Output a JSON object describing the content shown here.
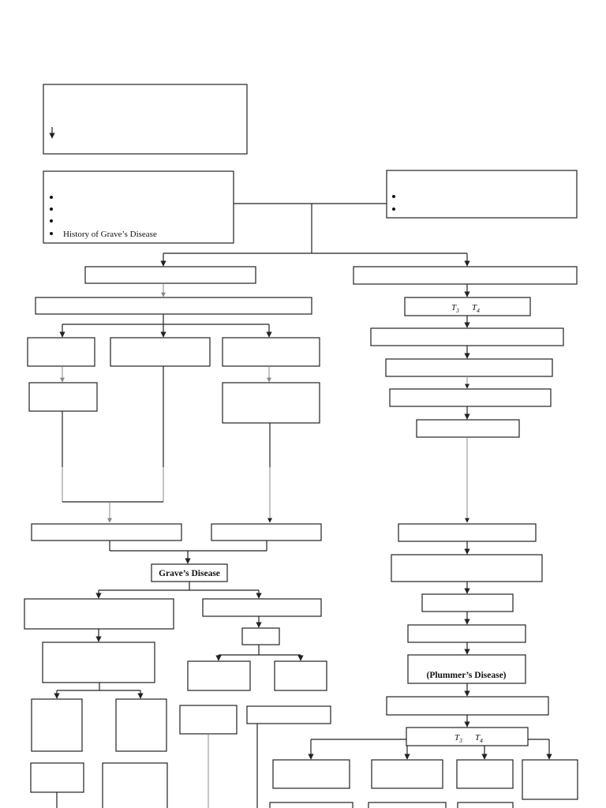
{
  "history_item": "History of Grave’s Disease",
  "graves_label": "Grave’s Disease",
  "plummers_label": "(Plummer’s Disease)",
  "hormone_t": "T",
  "t3_sub": "3",
  "t4_sub": "4"
}
